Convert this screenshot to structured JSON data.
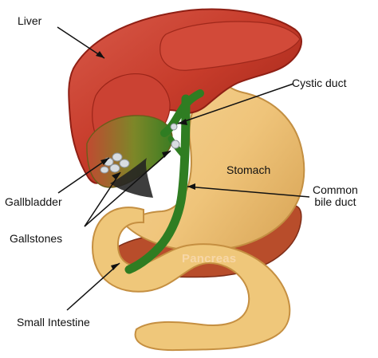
{
  "labels": {
    "liver": "Liver",
    "cystic_duct": "Cystic duct",
    "stomach": "Stomach",
    "common_bile_duct_line1": "Common",
    "common_bile_duct_line2": "bile duct",
    "gallbladder": "Gallbladder",
    "gallstones": "Gallstones",
    "pancreas": "Pancreas",
    "small_intestine": "Small Intestine"
  },
  "colors": {
    "liver": "#c9402f",
    "liver_dark": "#8f1f14",
    "gallbladder": "#6f8a2d",
    "bile_duct": "#2f7d22",
    "stomach": "#efc77a",
    "stomach_edge": "#c68f3f",
    "pancreas": "#b84d2b",
    "small_intestine": "#efc77a",
    "gallstones": "#d8dde2"
  }
}
